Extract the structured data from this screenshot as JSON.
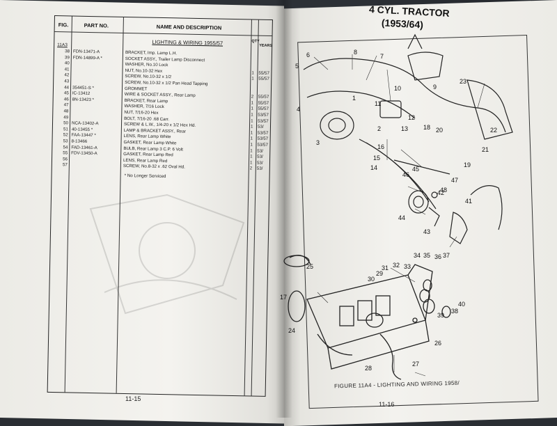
{
  "left_page": {
    "table_headers": {
      "fig": "FIG.",
      "part_no": "PART NO.",
      "name_desc": "NAME AND DESCRIPTION",
      "qty": "QTY",
      "years": "YEARS"
    },
    "figure_ref": "11A3",
    "section_title": "LIGHTING & WIRING 1955/57",
    "rows": [
      {
        "fig": "38",
        "part": "FDN-13471-A",
        "desc": "BRACKET, Imp. Lamp L.H.",
        "qty": "",
        "yr": ""
      },
      {
        "fig": "39",
        "part": "FDN-14899-A *",
        "desc": "SOCKET ASSY., Trailer Lamp Disconnect",
        "qty": "",
        "yr": ""
      },
      {
        "fig": "40",
        "part": "",
        "desc": "WASHER, No.10 Lock",
        "qty": "",
        "yr": ""
      },
      {
        "fig": "41",
        "part": "",
        "desc": "NUT, No.10-32 Hex",
        "qty": "1",
        "yr": "55/57"
      },
      {
        "fig": "42",
        "part": "",
        "desc": "SCREW, No.10-32 x 1/2",
        "qty": "1",
        "yr": "55/57"
      },
      {
        "fig": "43",
        "part": "",
        "desc": "SCREW, No.10-32 x 1/2 Pan Head Tapping",
        "qty": "",
        "yr": ""
      },
      {
        "fig": "44",
        "part": "354451-S *",
        "desc": "GROMMET",
        "qty": "",
        "yr": ""
      },
      {
        "fig": "45",
        "part": "IC-13412",
        "desc": "WIRE & SOCKET ASSY., Rear Lamp",
        "qty": "2",
        "yr": "55/57"
      },
      {
        "fig": "46",
        "part": "8N-13423 *",
        "desc": "BRACKET, Rear Lamp",
        "qty": "1",
        "yr": "55/57"
      },
      {
        "fig": "47",
        "part": "",
        "desc": "WASHER, 7/16 Lock",
        "qty": "1",
        "yr": "55/57"
      },
      {
        "fig": "48",
        "part": "",
        "desc": "NUT, 7/16-20 Hex",
        "qty": "1",
        "yr": "53/57"
      },
      {
        "fig": "49",
        "part": "",
        "desc": "BOLT, 7/16-20 .68 Carr.",
        "qty": "1",
        "yr": "53/57"
      },
      {
        "fig": "50",
        "part": "NCA-13402-A",
        "desc": "SCREW & L.W., 1/4-20 x 1/2 Hex Hd.",
        "qty": "1",
        "yr": "53/"
      },
      {
        "fig": "51",
        "part": "40-13455 *",
        "desc": "LAMP & BRACKET ASSY., Rear",
        "qty": "1",
        "yr": "53/57"
      },
      {
        "fig": "52",
        "part": "FAA-13447 *",
        "desc": "LENS, Rear Lamp White",
        "qty": "1",
        "yr": "53/57"
      },
      {
        "fig": "53",
        "part": "8-13466",
        "desc": "GASKET, Rear Lamp White",
        "qty": "1",
        "yr": "53/57"
      },
      {
        "fig": "54",
        "part": "FAD-13461-A",
        "desc": "BULB, Rear Lamp 3 C.P. 6 Volt",
        "qty": "1",
        "yr": "53/"
      },
      {
        "fig": "55",
        "part": "FDV-13450-A",
        "desc": "GASKET, Rear Lamp Red",
        "qty": "1",
        "yr": "53/"
      },
      {
        "fig": "56",
        "part": "",
        "desc": "LENS, Rear Lamp Red",
        "qty": "1",
        "yr": "53/"
      },
      {
        "fig": "57",
        "part": "",
        "desc": "SCREW, No.8-32 x .62 Oval Hd.",
        "qty": "2",
        "yr": "53/"
      }
    ],
    "footnote": "* No Longer Serviced",
    "page_number": "11-15"
  },
  "right_page": {
    "title_line1": "4 CYL. TRACTOR",
    "title_line2": "(1953/64)",
    "caption": "FIGURE 11A4 - LIGHTING AND WIRING 1958/",
    "page_number": "11-16",
    "callouts": [
      "1",
      "2",
      "3",
      "4",
      "5",
      "6",
      "7",
      "8",
      "9",
      "10",
      "11",
      "12",
      "13",
      "14",
      "15",
      "16",
      "17",
      "18",
      "19",
      "20",
      "21",
      "22",
      "23",
      "24",
      "25",
      "26",
      "27",
      "28",
      "29",
      "30",
      "31",
      "32",
      "33",
      "34",
      "35",
      "36",
      "37",
      "38",
      "39",
      "40",
      "41",
      "42",
      "43",
      "44",
      "45",
      "46",
      "47",
      "48"
    ]
  },
  "colors": {
    "paper": "#f2f1ed",
    "ink": "#111111",
    "background": "#2a2e33"
  }
}
